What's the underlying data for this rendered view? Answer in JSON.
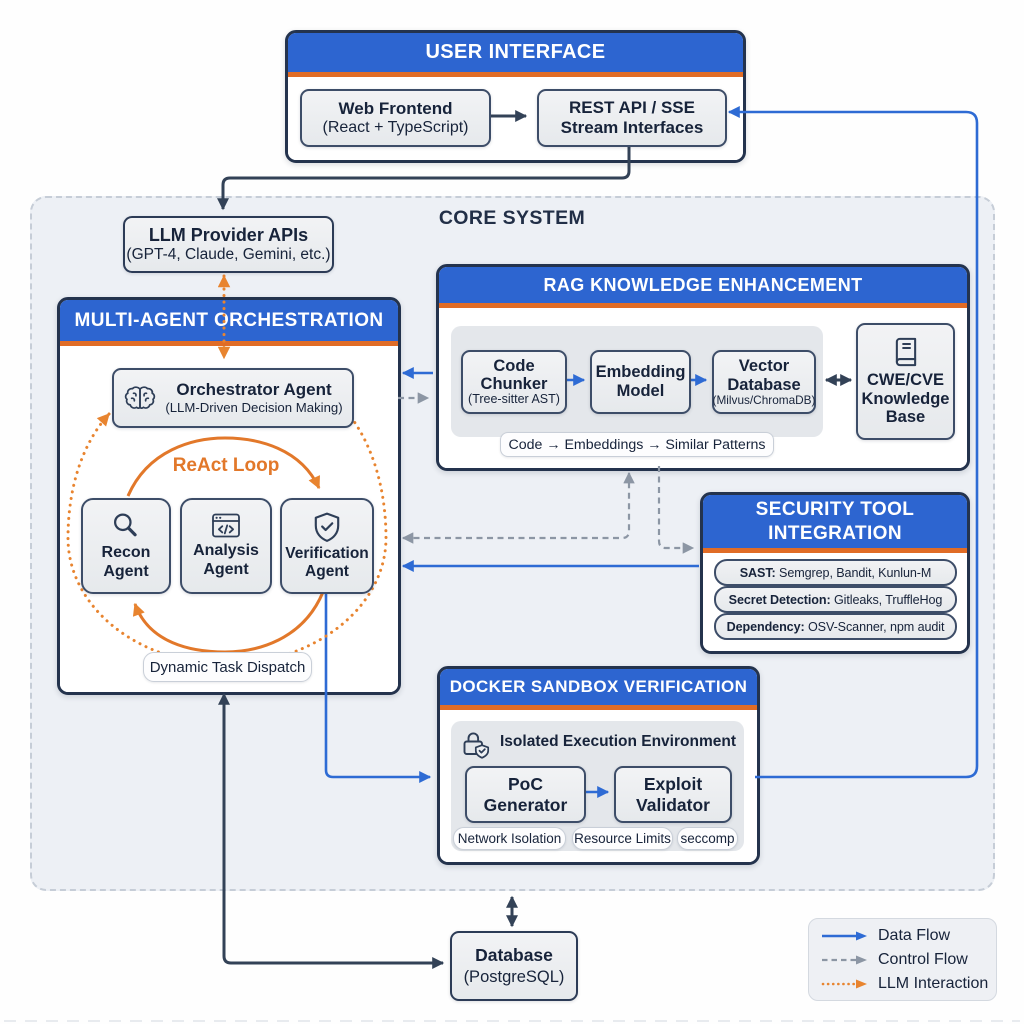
{
  "ui": {
    "title": "USER INTERFACE",
    "web_frontend_line1": "Web Frontend",
    "web_frontend_line2": "(React + TypeScript)",
    "rest_api_line1": "REST API / SSE",
    "rest_api_line2": "Stream Interfaces"
  },
  "core": {
    "label": "CORE SYSTEM"
  },
  "llm": {
    "line1": "LLM Provider APIs",
    "line2": "(GPT-4, Claude, Gemini, etc.)"
  },
  "orchestration": {
    "title": "MULTI-AGENT ORCHESTRATION",
    "orchestrator_line1": "Orchestrator Agent",
    "orchestrator_line2": "(LLM-Driven Decision Making)",
    "loop_label": "ReAct Loop",
    "agents": [
      {
        "line1": "Recon",
        "line2": "Agent",
        "icon": "magnifier-icon"
      },
      {
        "line1": "Analysis",
        "line2": "Agent",
        "icon": "code-window-icon"
      },
      {
        "line1": "Verification",
        "line2": "Agent",
        "icon": "shield-check-icon"
      }
    ],
    "dispatch_label": "Dynamic Task Dispatch"
  },
  "rag": {
    "title": "RAG KNOWLEDGE ENHANCEMENT",
    "nodes": [
      {
        "line1": "Code",
        "line2": "Chunker",
        "sub": "(Tree-sitter AST)"
      },
      {
        "line1": "Embedding",
        "line2": "Model",
        "sub": ""
      },
      {
        "line1": "Vector",
        "line2": "Database",
        "sub": "(Milvus/ChromaDB)"
      }
    ],
    "flow_label": "Code → Embeddings → Similar Patterns",
    "kb_line1": "CWE/CVE",
    "kb_line2": "Knowledge",
    "kb_line3": "Base"
  },
  "security": {
    "title_line1": "SECURITY TOOL",
    "title_line2": "INTEGRATION",
    "rows": [
      {
        "label": "SAST:",
        "value": " Semgrep, Bandit, Kunlun-M"
      },
      {
        "label": "Secret Detection:",
        "value": " Gitleaks, TruffleHog"
      },
      {
        "label": "Dependency:",
        "value": " OSV-Scanner, npm audit"
      }
    ]
  },
  "sandbox": {
    "title": "DOCKER SANDBOX VERIFICATION",
    "env_label": "Isolated Execution Environment",
    "poc_line1": "PoC",
    "poc_line2": "Generator",
    "exploit_line1": "Exploit",
    "exploit_line2": "Validator",
    "pills": [
      "Network Isolation",
      "Resource Limits",
      "seccomp"
    ]
  },
  "database": {
    "line1": "Database",
    "line2": "(PostgreSQL)"
  },
  "legend": {
    "items": [
      {
        "label": "Data Flow",
        "style": "solid-blue"
      },
      {
        "label": "Control Flow",
        "style": "dashed-gray"
      },
      {
        "label": "LLM Interaction",
        "style": "dotted-orange"
      }
    ]
  },
  "colors": {
    "header_blue": "#2d65d0",
    "accent_orange": "#e06c26",
    "data_flow_blue": "#2e6bd4",
    "control_flow_gray": "#8c96a4",
    "llm_interaction_orange": "#e8842f",
    "structure_navy": "#334257",
    "ink": "#17233a"
  }
}
